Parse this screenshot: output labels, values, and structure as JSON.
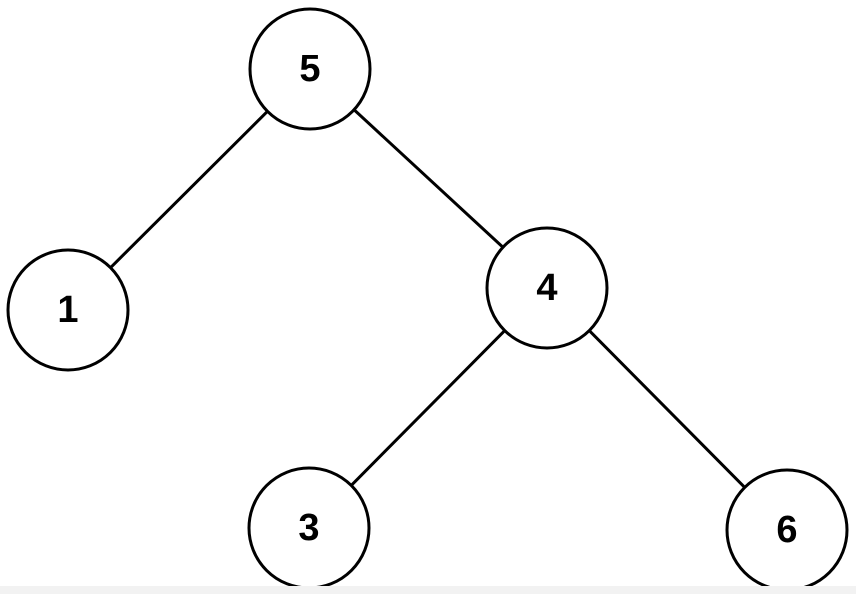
{
  "tree": {
    "nodes": [
      {
        "id": "n5",
        "label": "5"
      },
      {
        "id": "n1",
        "label": "1"
      },
      {
        "id": "n4",
        "label": "4"
      },
      {
        "id": "n3",
        "label": "3"
      },
      {
        "id": "n6",
        "label": "6"
      }
    ],
    "edges": [
      {
        "from": "n5",
        "to": "n1"
      },
      {
        "from": "n5",
        "to": "n4"
      },
      {
        "from": "n4",
        "to": "n3"
      },
      {
        "from": "n4",
        "to": "n6"
      }
    ]
  },
  "colors": {
    "stroke": "#000000",
    "fill": "#ffffff",
    "text": "#000000"
  }
}
